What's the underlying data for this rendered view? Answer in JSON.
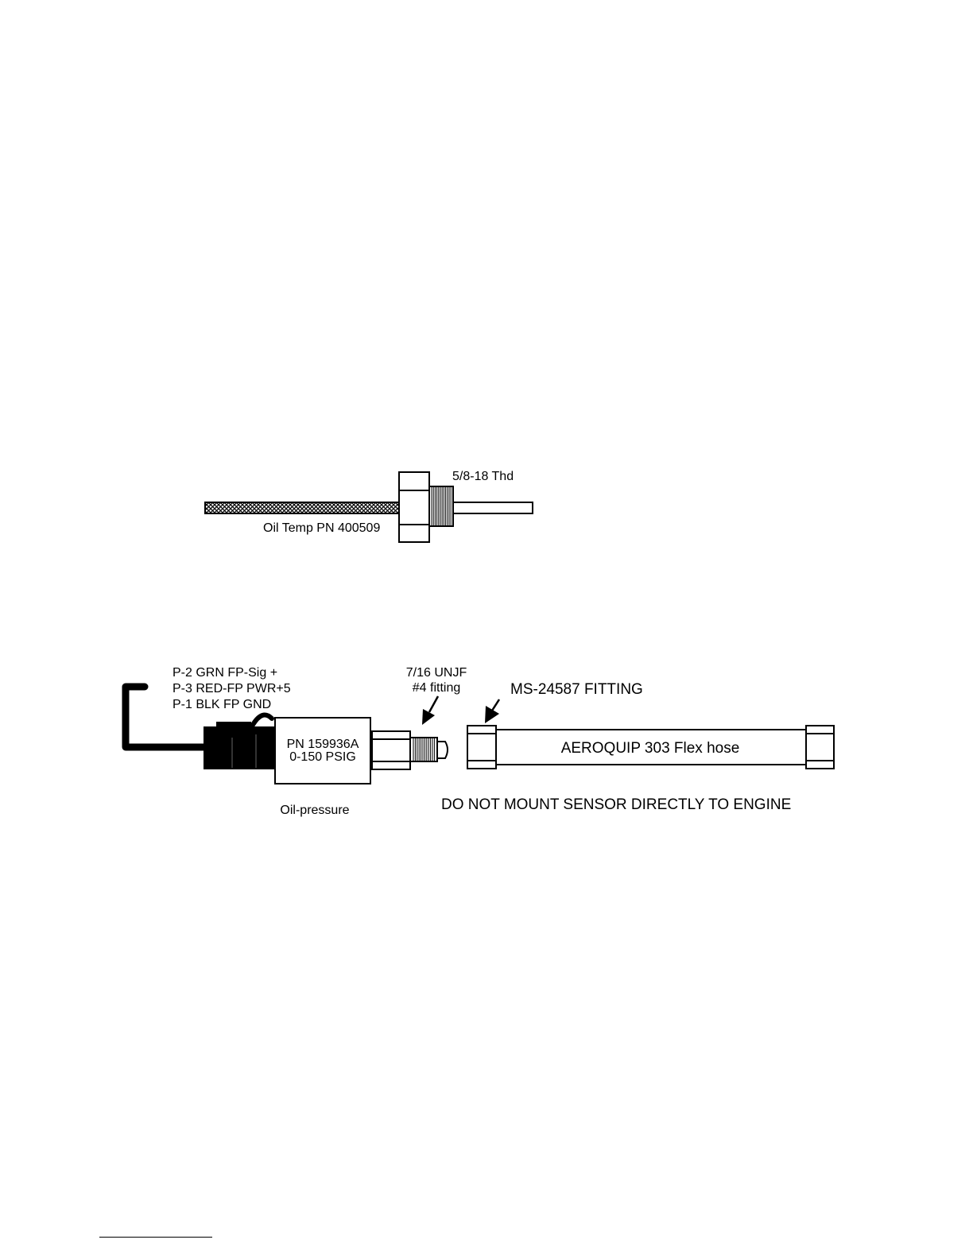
{
  "oil_temp_sensor": {
    "thread_label": "5/8-18 Thd",
    "part_label": "Oil Temp PN 400509"
  },
  "oil_pressure_sensor": {
    "wiring_lines": [
      "P-2 GRN FP-Sig +",
      "P-3 RED-FP PWR+5",
      "P-1 BLK FP GND"
    ],
    "body_lines": [
      "PN 159936A",
      "0-150 PSIG"
    ],
    "caption": "Oil-pressure",
    "port_fitting_lines": [
      "7/16 UNJF",
      "#4 fitting"
    ],
    "hose_fitting_label": "MS-24587 FITTING",
    "hose_label": "AEROQUIP 303 Flex hose",
    "warning": "DO NOT MOUNT SENSOR DIRECTLY TO ENGINE"
  }
}
